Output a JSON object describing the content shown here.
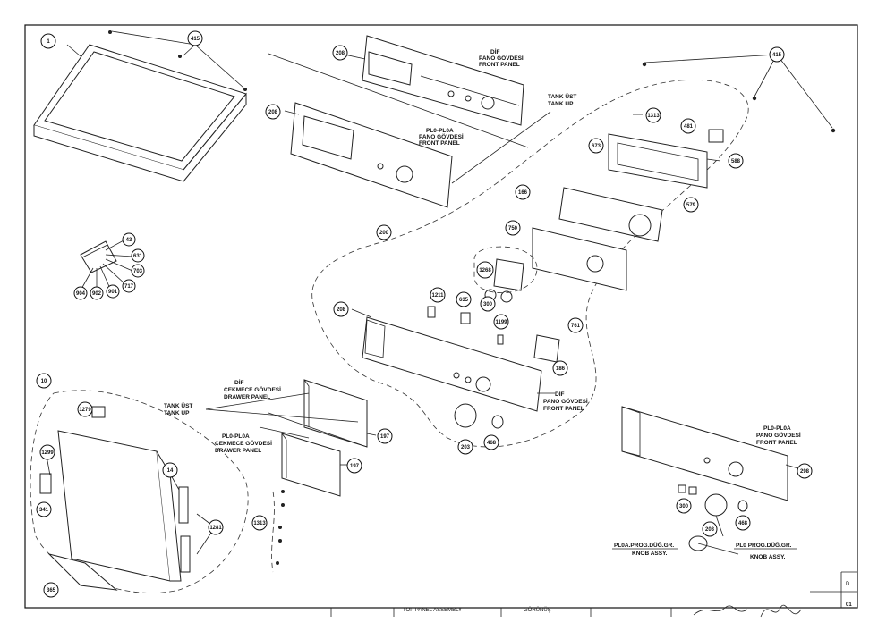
{
  "callouts": {
    "c1": "1",
    "c415a": "415",
    "c415b": "415",
    "c208a": "208",
    "c208b": "208",
    "c208c": "208",
    "c1313a": "1313",
    "c1313b": "1313",
    "c481": "481",
    "c673": "673",
    "c588": "588",
    "c166": "166",
    "c579": "579",
    "c750": "750",
    "c200": "200",
    "c1268": "1268",
    "c1211": "1211",
    "c635": "635",
    "c300a": "300",
    "c300b": "300",
    "c1199": "1199",
    "c761": "761",
    "c186": "186",
    "c203a": "203",
    "c203b": "203",
    "c468a": "468",
    "c468b": "468",
    "c43": "43",
    "c631": "631",
    "c703": "703",
    "c717": "717",
    "c901": "901",
    "c902": "902",
    "c904": "904",
    "c10": "10",
    "c1279": "1279",
    "c1299": "1299",
    "c341": "341",
    "c14": "14",
    "c1281": "1281",
    "c365": "365",
    "c197a": "197",
    "c197b": "197",
    "c298": "298"
  },
  "labels": {
    "dif_a": "DİF",
    "pano_a": "PANO GÖVDESİ",
    "front_a": "FRONT PANEL",
    "tank_ust_a": "TANK ÜST",
    "tank_up_a": "TANK UP",
    "pl_a": "PL0-PL0A",
    "pano_b": "PANO GÖVDESİ",
    "front_b": "FRONT PANEL",
    "dif_b": "DİF",
    "pano_c": "PANO GÖVDESİ",
    "front_c": "FRONT PANEL",
    "dif_c": "DİF",
    "cekmece_a": "ÇEKMECE GÖVDESİ",
    "drawer_a": "DRAWER PANEL",
    "tank_ust_b": "TANK ÜST",
    "tank_up_b": "TANK UP",
    "pl_b": "PL0-PL0A",
    "cekmece_b": "ÇEKMECE GÖVDESİ",
    "drawer_b": "DRAWER PANEL",
    "pl_c": "PL0-PL0A",
    "pano_d": "PANO GÖVDESİ",
    "front_d": "FRONT PANEL",
    "knob_a1": "PL0A.PROG.DÜĞ.GR.",
    "knob_a2": "KNOB ASSY.",
    "knob_b1": "PL0 PROG.DÜĞ.GR.",
    "knob_b2": "KNOB ASSY."
  },
  "footer": {
    "left": "TOP PANEL ASSEMBLY",
    "mid": "GÖRÜNÜŞ",
    "right": "01",
    "d": "D"
  }
}
